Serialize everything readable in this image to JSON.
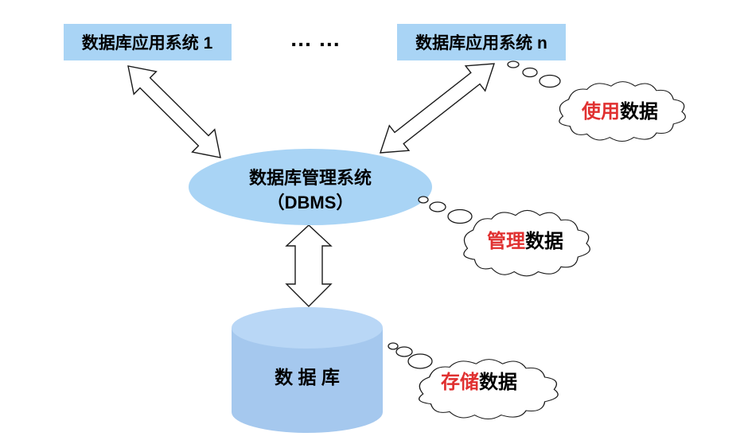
{
  "diagram": {
    "nodes": {
      "app1": {
        "label": "数据库应用系统 1"
      },
      "dots": {
        "label": "… …"
      },
      "appn": {
        "label": "数据库应用系统 n"
      },
      "dbms": {
        "line1": "数据库管理系统",
        "line2": "（DBMS）"
      },
      "database": {
        "label": "数 据 库"
      }
    },
    "clouds": [
      {
        "highlight": "使用",
        "rest": "数据"
      },
      {
        "highlight": "管理",
        "rest": "数据"
      },
      {
        "highlight": "存储",
        "rest": "数据"
      }
    ],
    "colors": {
      "node_fill": "#a9d4f5",
      "cylinder_body": "#a5c8ee",
      "cylinder_top": "#b9d7f6",
      "highlight_text": "#e03030",
      "text": "#000000"
    }
  }
}
